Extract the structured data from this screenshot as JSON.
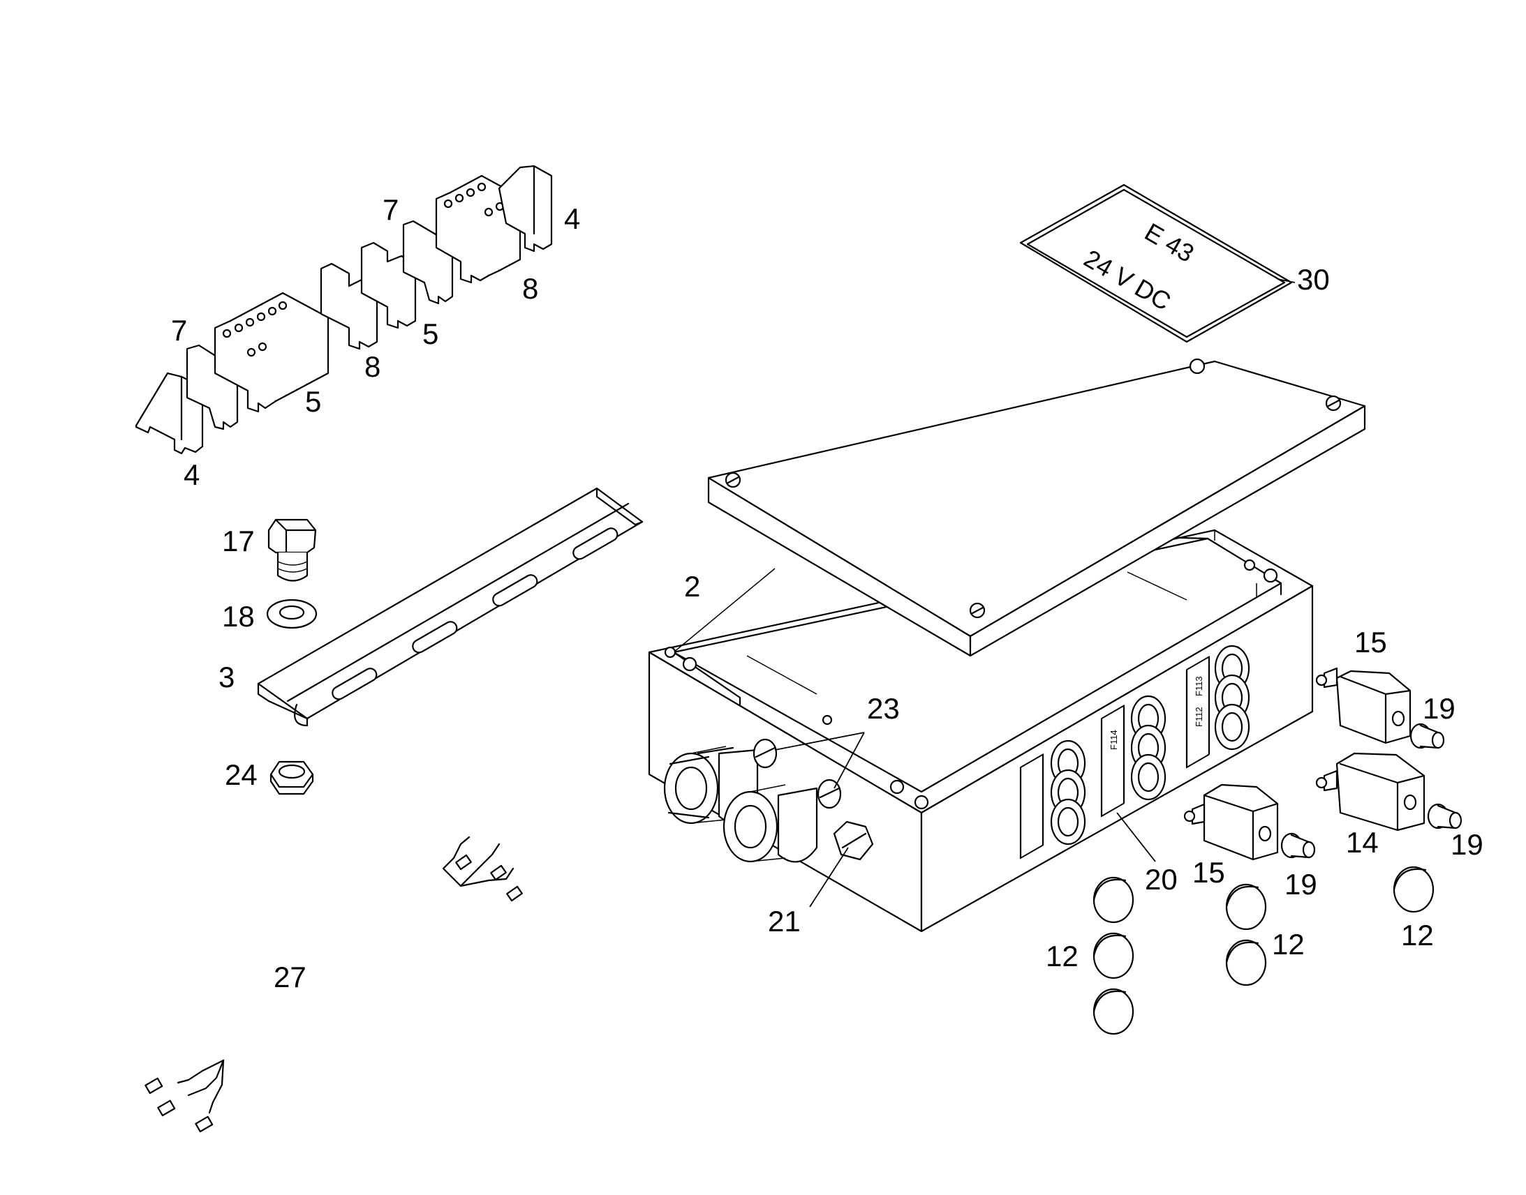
{
  "callouts": {
    "c2": "2",
    "c3": "3",
    "c4a": "4",
    "c4b": "4",
    "c5a": "5",
    "c5b": "5",
    "c7a": "7",
    "c7b": "7",
    "c8a": "8",
    "c8b": "8",
    "c12a": "12",
    "c12b": "12",
    "c12c": "12",
    "c14": "14",
    "c15a": "15",
    "c15b": "15",
    "c17": "17",
    "c18": "18",
    "c19a": "19",
    "c19b": "19",
    "c19c": "19",
    "c20": "20",
    "c21": "21",
    "c23": "23",
    "c24": "24",
    "c27": "27",
    "c30": "30"
  },
  "nameplate": {
    "line1": "E 43",
    "line2": "24 V DC"
  },
  "fuse_labels": {
    "f114": "F114",
    "f113": "F113",
    "f112": "F112"
  }
}
